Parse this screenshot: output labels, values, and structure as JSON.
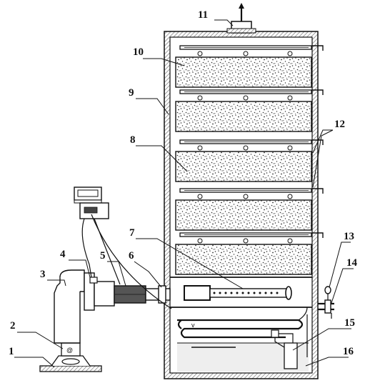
{
  "callouts": {
    "c1": "1",
    "c2": "2",
    "c3": "3",
    "c4": "4",
    "c5": "5",
    "c6": "6",
    "c7": "7",
    "c8": "8",
    "c9": "9",
    "c10": "10",
    "c11": "11",
    "c12": "12",
    "c13": "13",
    "c14": "14",
    "c15": "15",
    "c16": "16"
  },
  "colors": {
    "stroke": "#111111",
    "wall_hatch": "#888888",
    "granule": "#333333",
    "water": "#eeeeee"
  }
}
